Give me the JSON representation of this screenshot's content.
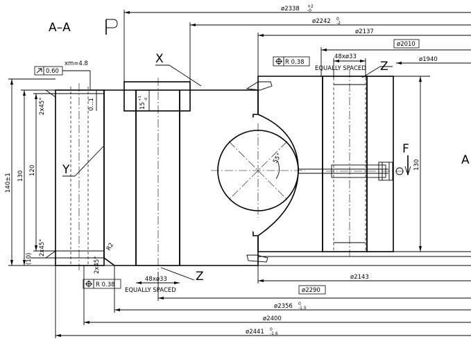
{
  "section_label": "A–A",
  "view_p": "P",
  "view_a": "A",
  "labels": {
    "x": "X",
    "y": "Y",
    "z_top": "Z",
    "z_bottom": "Z",
    "f": "F"
  },
  "dimensions": {
    "d2338": "ø2338",
    "d2338_tol_upper": "+2",
    "d2338_tol_lower": "-0",
    "d2242": "ø2242",
    "d2242_tol_upper": "0",
    "d2242_tol_lower": "-2",
    "d2137": "ø2137",
    "d2010": "ø2010",
    "d1940": "ø1940",
    "holes_top": "48xø33",
    "spaced_top": "EQUALLY SPACED",
    "pos_top": "R 0.38",
    "xm": "xm=4.8",
    "flatness": "0.60",
    "h15": "15",
    "h15_tol_upper": "+1",
    "h15_tol_lower": "-0",
    "tol_0_1": "0...1",
    "chamfer_top": "2x45°",
    "chamfer_mid": "2x45°",
    "chamfer_bottom": "2x45°",
    "radius_r2": "R2",
    "h140": "140±1",
    "h130_left": "130",
    "h120": "120",
    "h10": "(10)",
    "angle": "55°",
    "h130_right": "130",
    "pos_bottom": "R 0.38",
    "holes_bottom": "48xø33",
    "spaced_bottom": "EQUALLY SPACED",
    "d2143": "ø2143",
    "d2290": "ø2290",
    "d2356": "ø2356",
    "d2356_tol_upper": "0",
    "d2356_tol_lower": "-1.5",
    "d2400": "ø2400",
    "d2441": "ø2441",
    "d2441_tol_upper": "0",
    "d2441_tol_lower": "-1.6"
  }
}
